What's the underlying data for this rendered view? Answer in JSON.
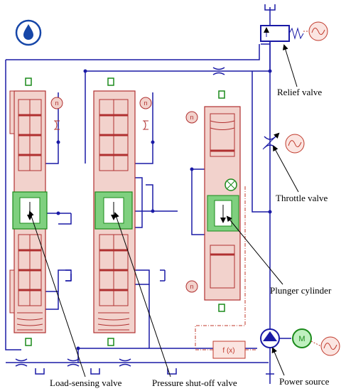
{
  "labels": {
    "relief_valve": "Relief valve",
    "throttle_valve": "Throttle valve",
    "plunger_cylinder": "Plunger cylinder",
    "power_source": "Power source",
    "load_sensing_valve": "Load-sensing valve",
    "pressure_shutoff_valve": "Pressure shut-off valve"
  },
  "symbols": {
    "function_block": "f (x)",
    "motor": "M",
    "spring": "n"
  },
  "colors": {
    "hydraulic_line": "#1a1aa6",
    "component_fill": "#f2d2cc",
    "component_stroke": "#b03030",
    "spool_fill": "#7fd07f",
    "spool_stroke": "#1a8a1a",
    "signal_line": "#c0392b",
    "logo_blue": "#1646a8"
  },
  "icons": [
    "water-drop-icon",
    "sine-source-icon",
    "spring-icon",
    "check-valve-icon",
    "motor-icon",
    "pump-icon",
    "tank-icon"
  ]
}
